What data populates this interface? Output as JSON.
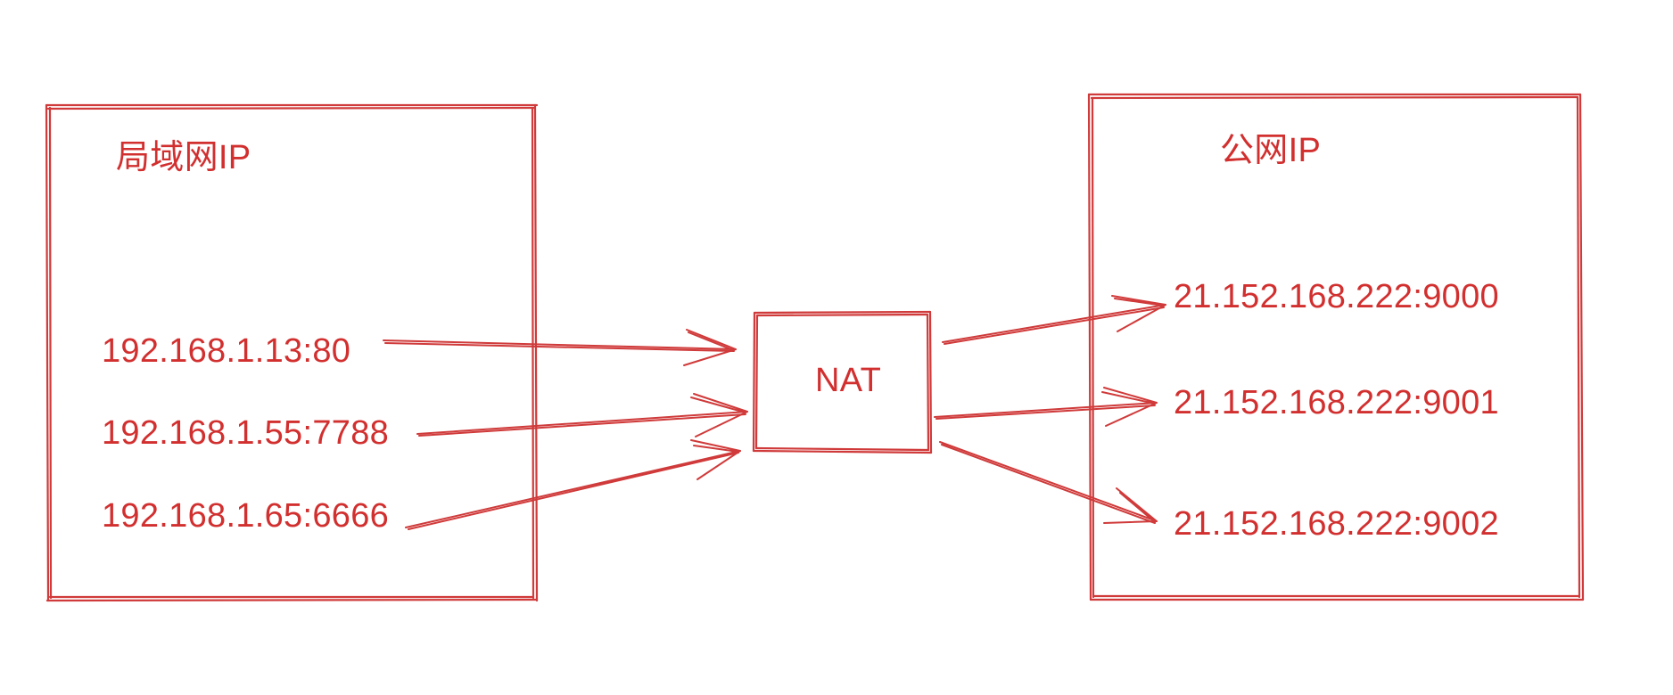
{
  "colors": {
    "stroke": "#d03a3a",
    "text": "#d22f2f"
  },
  "lan": {
    "title": "局域网IP",
    "addresses": [
      "192.168.1.13:80",
      "192.168.1.55:7788",
      "192.168.1.65:6666"
    ]
  },
  "nat": {
    "label": "NAT"
  },
  "wan": {
    "title": "公网IP",
    "addresses": [
      "21.152.168.222:9000",
      "21.152.168.222:9001",
      "21.152.168.222:9002"
    ]
  }
}
